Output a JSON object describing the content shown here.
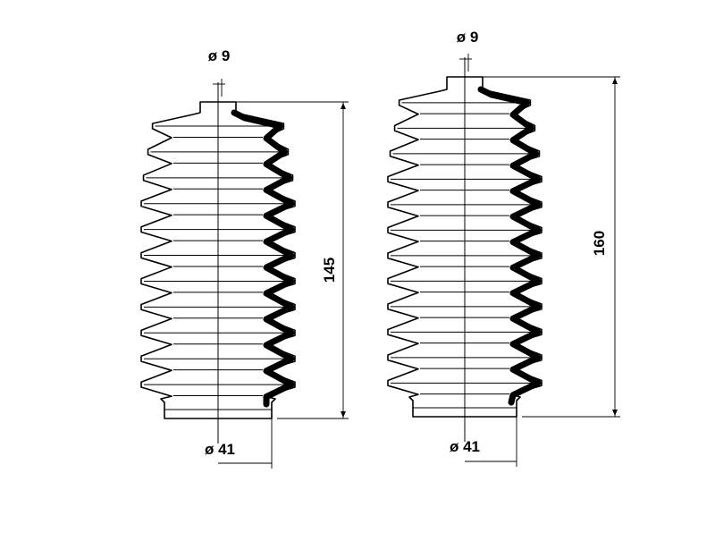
{
  "diagram": {
    "boots": [
      {
        "id": "left",
        "inner_diameter_label": "ø 9",
        "outer_diameter_label": "ø 41",
        "length_label": "145",
        "colors": {
          "line": "#000000",
          "background": "#ffffff"
        }
      },
      {
        "id": "right",
        "inner_diameter_label": "ø 9",
        "outer_diameter_label": "ø 41",
        "length_label": "160",
        "colors": {
          "line": "#000000",
          "background": "#ffffff"
        }
      }
    ]
  }
}
